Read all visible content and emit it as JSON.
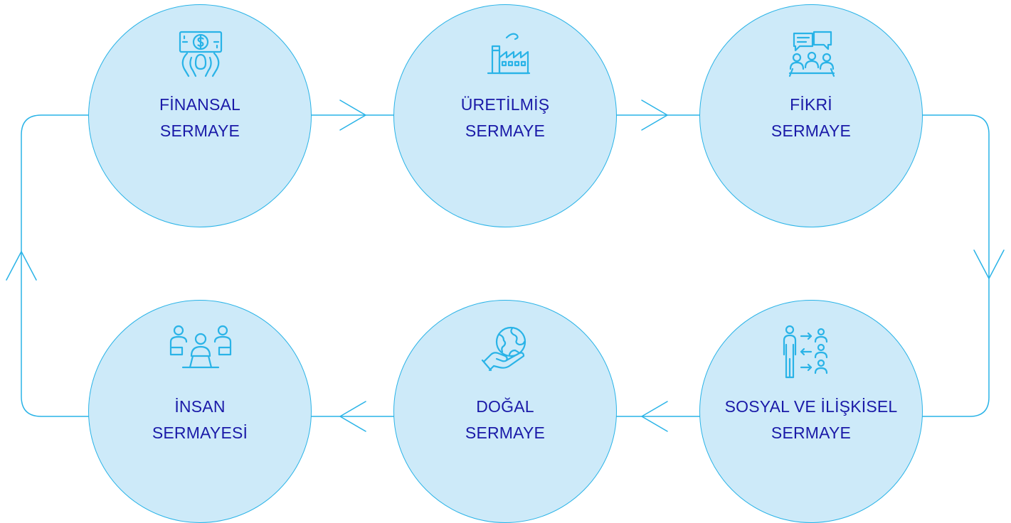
{
  "colors": {
    "circle_fill": "#cdeaf9",
    "line": "#29b3e7",
    "text": "#1a1aa8"
  },
  "nodes": [
    {
      "id": "finansal",
      "icon": "money-hands-icon",
      "line1": "FİNANSAL",
      "line2": "SERMAYE"
    },
    {
      "id": "uretilmis",
      "icon": "factory-icon",
      "line1": "ÜRETİLMİŞ",
      "line2": "SERMAYE"
    },
    {
      "id": "fikri",
      "icon": "meeting-discussion-icon",
      "line1": "FİKRİ",
      "line2": "SERMAYE"
    },
    {
      "id": "sosyal",
      "icon": "people-exchange-icon",
      "line1": "SOSYAL VE İLİŞKİSEL",
      "line2": "SERMAYE"
    },
    {
      "id": "dogal",
      "icon": "globe-in-hand-icon",
      "line1": "DOĞAL",
      "line2": "SERMAYE"
    },
    {
      "id": "insan",
      "icon": "team-icon",
      "line1": "İNSAN",
      "line2": "SERMAYESİ"
    }
  ],
  "flow": [
    "finansal",
    "uretilmis",
    "fikri",
    "sosyal",
    "dogal",
    "insan",
    "finansal"
  ]
}
